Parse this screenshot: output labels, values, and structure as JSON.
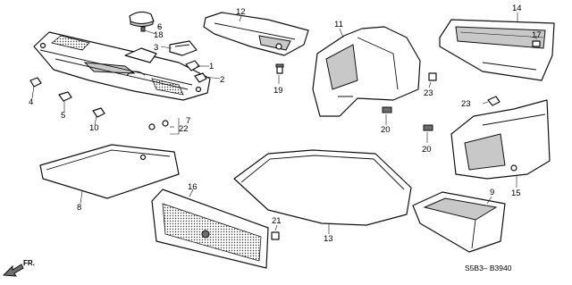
{
  "diagram_code": "S5B3– B3940",
  "front_label": "FR.",
  "callouts": {
    "c1": "1",
    "c2": "2",
    "c3": "3",
    "c4": "4",
    "c5": "5",
    "c6": "6",
    "c7": "7",
    "c8": "8",
    "c9": "9",
    "c10": "10",
    "c11": "11",
    "c12": "12",
    "c13": "13",
    "c14": "14",
    "c15": "15",
    "c16": "16",
    "c17": "17",
    "c18": "18",
    "c19": "19",
    "c20a": "20",
    "c20b": "20",
    "c21": "21",
    "c22": "22",
    "c23a": "23",
    "c23b": "23"
  }
}
